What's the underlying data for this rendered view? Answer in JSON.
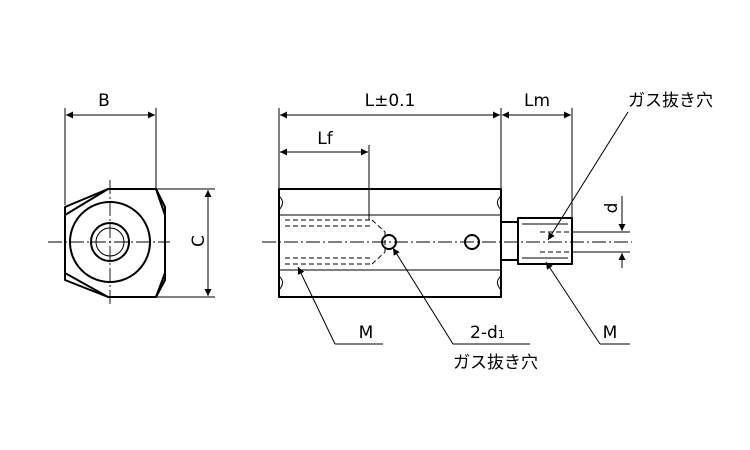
{
  "labels": {
    "B": "B",
    "C": "C",
    "L": "L±0.1",
    "Lf": "Lf",
    "Lm": "Lm",
    "d": "d",
    "gas_hole_top": "ガス抜き穴",
    "M_left": "M",
    "d1_prefix": "2-d",
    "d1_sub": "1",
    "gas_hole_bottom": "ガス抜き穴",
    "M_right": "M"
  }
}
